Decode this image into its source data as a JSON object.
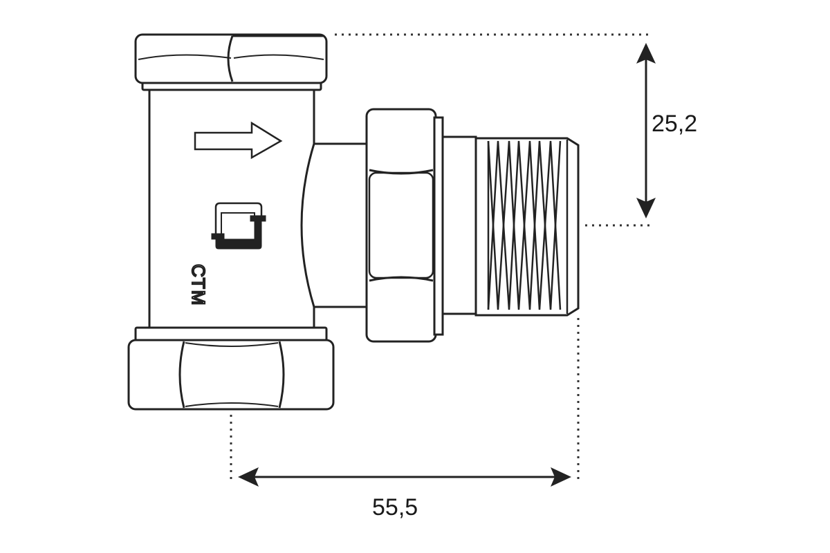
{
  "dimensions": {
    "height_value": "25,2",
    "width_value": "55,5"
  },
  "brand": {
    "text": "СТМ"
  },
  "colors": {
    "line": "#222222",
    "background": "#ffffff",
    "dotted": "#333333"
  },
  "icons": [
    "flow-direction-arrow",
    "logo-bracket-icon"
  ]
}
